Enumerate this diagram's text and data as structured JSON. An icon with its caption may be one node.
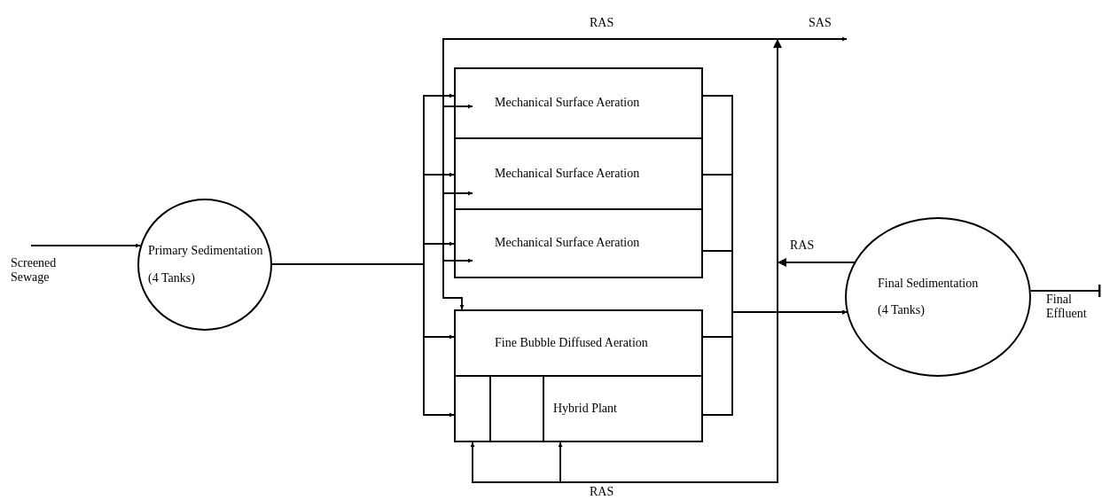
{
  "diagram": {
    "nodes": [
      {
        "text": [
          "Primary Sedimentation",
          "(4 Tanks)"
        ]
      },
      {
        "text": [
          "Mechanical Surface Aeration"
        ]
      },
      {
        "text": [
          "Mechanical Surface Aeration"
        ]
      },
      {
        "text": [
          "Mechanical Surface Aeration"
        ]
      },
      {
        "text": [
          "Fine Bubble Diffused Aeration"
        ]
      },
      {
        "text": [
          "Hybrid Plant"
        ]
      },
      {
        "text": [
          "Final Sedimentation",
          "(4 Tanks)"
        ]
      },
      {
        "text": [
          "Final Effluent"
        ]
      }
    ],
    "edges": [
      {
        "from": null,
        "to": 0,
        "arrow": "to"
      },
      {
        "from": 0,
        "to": 1,
        "arrow": "to"
      },
      {
        "from": 0,
        "to": 2,
        "arrow": "to"
      },
      {
        "from": 0,
        "to": 3,
        "arrow": "to"
      },
      {
        "from": 0,
        "to": 4,
        "arrow": "to"
      },
      {
        "from": 0,
        "to": 5,
        "arrow": "to"
      },
      {
        "from": 1,
        "to": 6,
        "arrow": "to"
      },
      {
        "from": 2,
        "to": 6,
        "arrow": "to"
      },
      {
        "from": 3,
        "to": 6,
        "arrow": "to"
      },
      {
        "from": 4,
        "to": 6,
        "arrow": "to"
      },
      {
        "from": 5,
        "to": 6,
        "arrow": "to"
      },
      {
        "from": 6,
        "to": 7,
        "arrow": "other"
      },
      {
        "from": 6,
        "to": 1,
        "arrow": "to"
      },
      {
        "from": 6,
        "to": 2,
        "arrow": "to"
      },
      {
        "from": 6,
        "to": 3,
        "arrow": "to"
      },
      {
        "from": 6,
        "to": 4,
        "arrow": "to"
      },
      {
        "from": 6,
        "to": 5,
        "arrow": "to"
      },
      {
        "from": 6,
        "to": 5,
        "arrow": "to"
      },
      {
        "from": 6,
        "to": null,
        "arrow": "to"
      }
    ],
    "labels": [
      "RAS",
      "SAS",
      "Screened Sewage",
      "RAS",
      "RAS"
    ]
  }
}
